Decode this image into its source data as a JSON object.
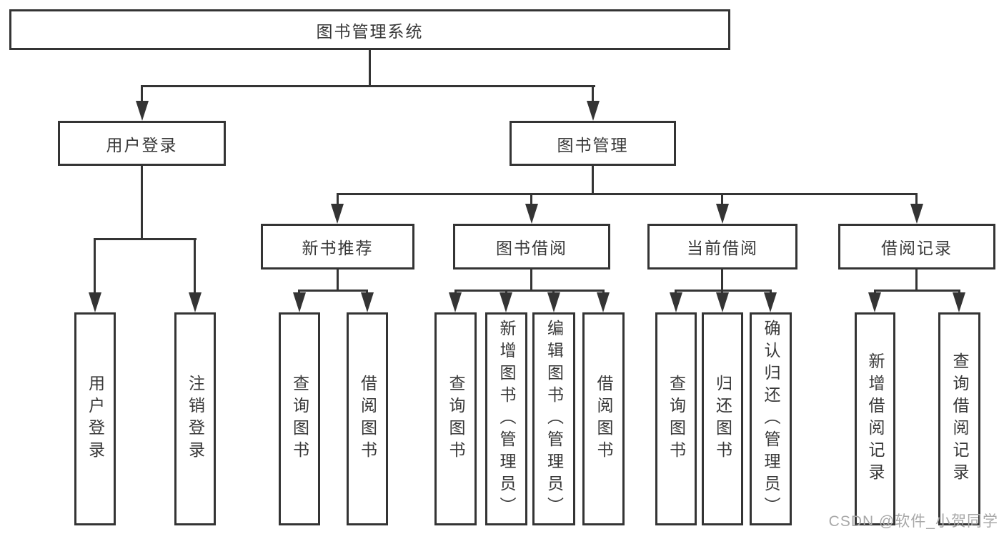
{
  "diagram": {
    "root": {
      "label": "图书管理系统"
    },
    "level1": [
      {
        "label": "用户登录"
      },
      {
        "label": "图书管理"
      }
    ],
    "level2": [
      {
        "label": "新书推荐"
      },
      {
        "label": "图书借阅"
      },
      {
        "label": "当前借阅"
      },
      {
        "label": "借阅记录"
      }
    ],
    "leaves": {
      "userLogin": [
        {
          "label": "用户登录"
        },
        {
          "label": "注销登录"
        }
      ],
      "newBook": [
        {
          "label": "查询图书"
        },
        {
          "label": "借阅图书"
        }
      ],
      "bookBorrow": [
        {
          "label": "查询图书"
        },
        {
          "label": "新增图书（管理员）"
        },
        {
          "label": "编辑图书（管理员）"
        },
        {
          "label": "借阅图书"
        }
      ],
      "currentBorrow": [
        {
          "label": "查询图书"
        },
        {
          "label": "归还图书"
        },
        {
          "label": "确认归还（管理员）"
        }
      ],
      "borrowRecord": [
        {
          "label": "新增借阅记录"
        },
        {
          "label": "查询借阅记录"
        }
      ]
    }
  },
  "watermark": {
    "text": "CSDN @软件_小贺同学"
  },
  "colors": {
    "line": "#343434",
    "text": "#383838",
    "watermark": "#a8a8a8",
    "background": "#ffffff"
  }
}
